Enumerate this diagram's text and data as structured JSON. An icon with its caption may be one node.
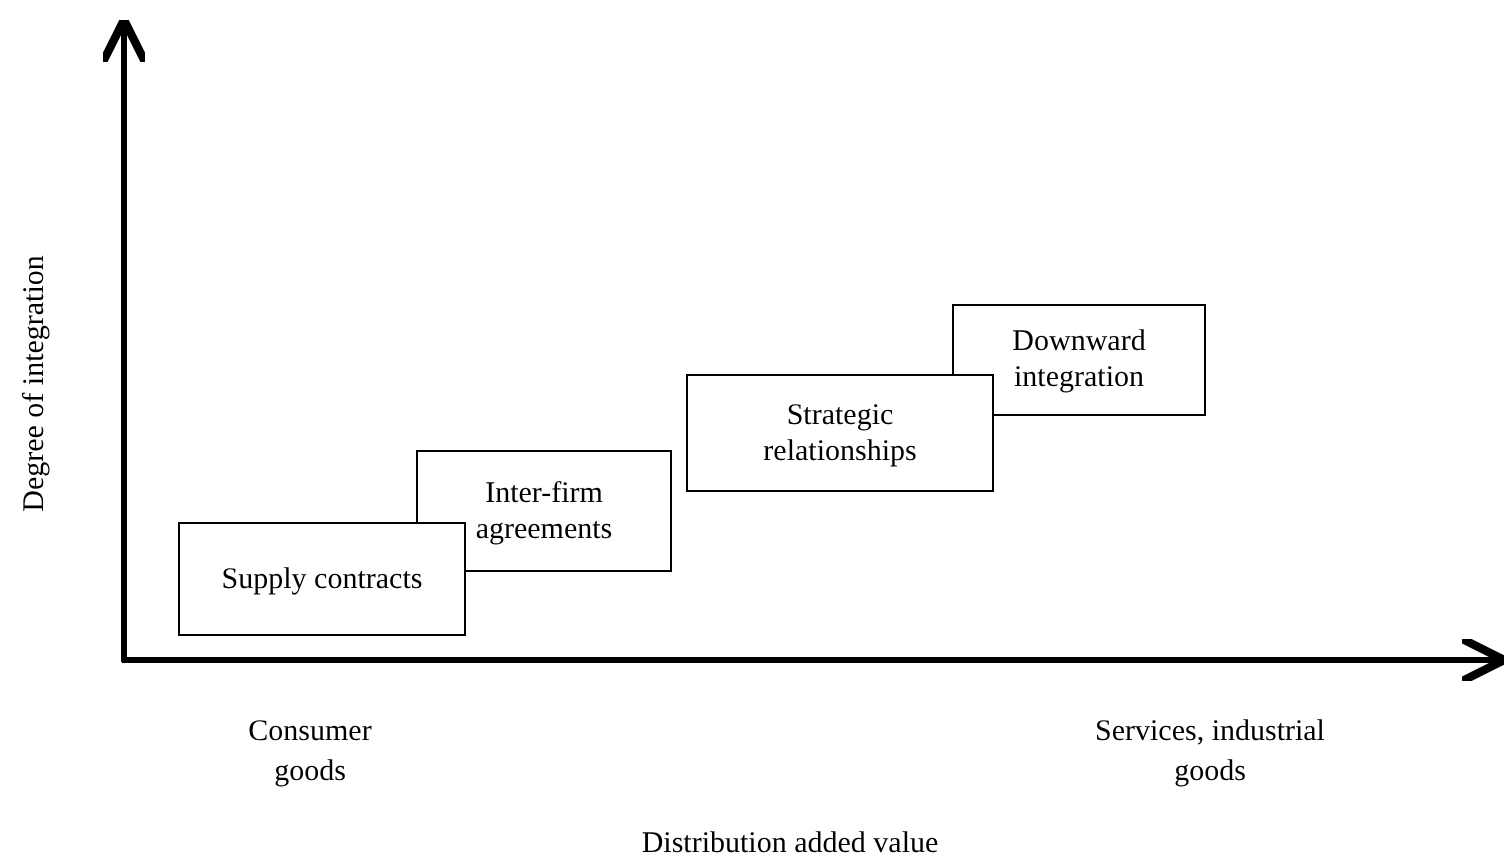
{
  "diagram": {
    "nodes": [
      {
        "text": [
          "Supply contracts"
        ]
      },
      {
        "text": [
          "Inter-firm agreements"
        ]
      },
      {
        "text": [
          "Strategic relationships"
        ]
      },
      {
        "text": [
          "Downward integration"
        ]
      }
    ],
    "edges": [],
    "labels": [
      "Degree of integration",
      "Consumer goods",
      "Services, industrial goods",
      "Distribution added value"
    ]
  }
}
